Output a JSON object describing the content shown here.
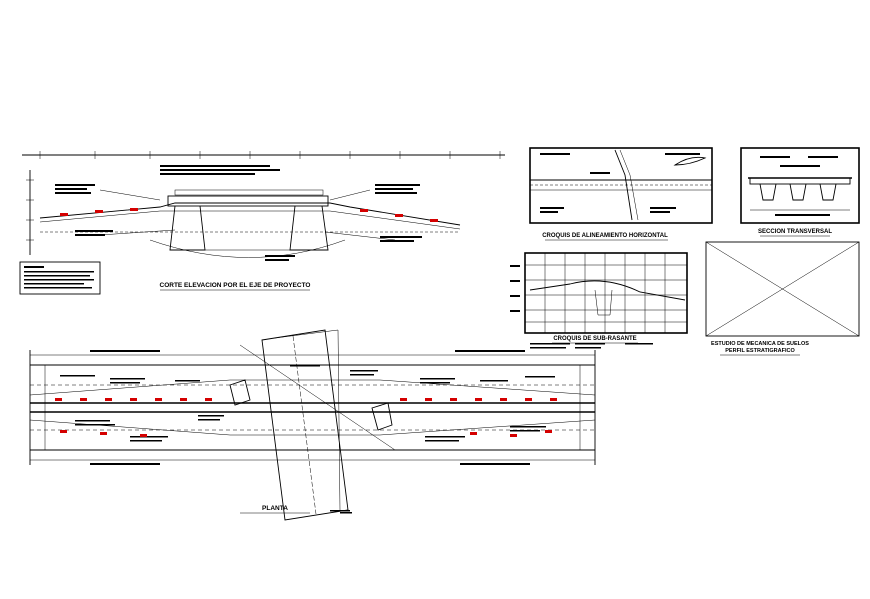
{
  "titles": {
    "elevation": "CORTE ELEVACION POR EL EJE DE PROYECTO",
    "horizontal": "CROQUIS DE ALINEAMIENTO HORIZONTAL",
    "cross_section": "SECCION TRANSVERSAL",
    "subgrade": "CROQUIS DE SUB-RASANTE",
    "soil_line1": "ESTUDIO DE MECANICA DE SUELOS",
    "soil_line2": "PERFIL ESTRATIGRAFICO",
    "plan": "PLANTA"
  },
  "colors": {
    "ink": "#000000",
    "markers": "#d40000",
    "paper": "#ffffff"
  }
}
